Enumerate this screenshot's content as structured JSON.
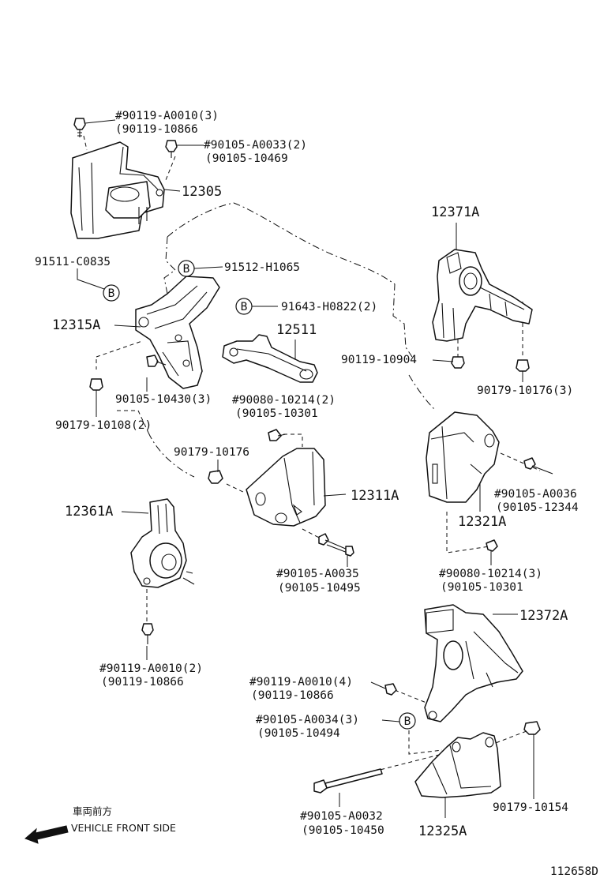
{
  "labels": {
    "l1": "#90119-A0010(3)",
    "l2": "(90119-10866",
    "l3": "#90105-A0033(2)",
    "l4": "(90105-10469",
    "l5": "12305",
    "l6": "12371A",
    "l7": "91511-C0835",
    "l8": "91512-H1065",
    "l9": "91643-H0822(2)",
    "l10": "12511",
    "l11": "12315A",
    "l12": "90119-10904",
    "l13": "90179-10176(3)",
    "l14": "90105-10430(3)",
    "l15": "#90080-10214(2)",
    "l16": "(90105-10301",
    "l17": "90179-10108(2)",
    "l18": "90179-10176",
    "l19": "12311A",
    "l20": "#90105-A0036",
    "l21": "(90105-12344",
    "l22": "12321A",
    "l23": "12361A",
    "l24": "#90105-A0035",
    "l25": "(90105-10495",
    "l26": "#90080-10214(3)",
    "l27": "(90105-10301",
    "l28": "12372A",
    "l29": "#90119-A0010(2)",
    "l30": "(90119-10866",
    "l31": "#90119-A0010(4)",
    "l32": "(90119-10866",
    "l33": "#90105-A0034(3)",
    "l34": "(90105-10494",
    "l35": "#90105-A0032",
    "l36": "(90105-10450",
    "l37": "12325A",
    "l38": "90179-10154",
    "front_jp": "車両前方",
    "front_en": "VEHICLE FRONT SIDE",
    "diagram_id": "112658D"
  },
  "circle_marker": "B",
  "ink_color": "#111111",
  "paper_color": "#ffffff"
}
